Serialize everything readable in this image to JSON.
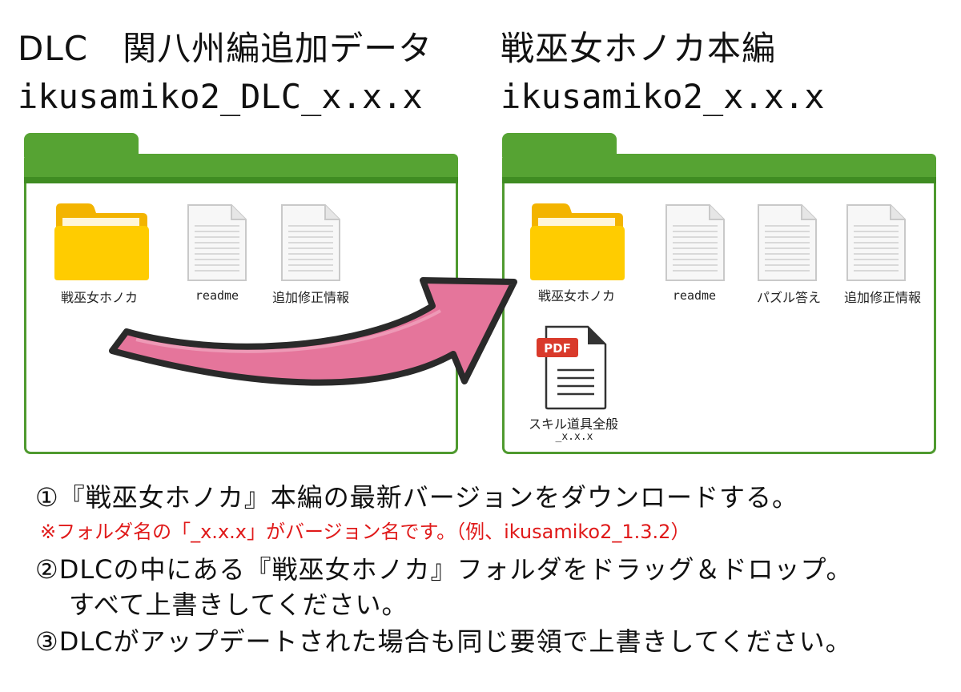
{
  "left": {
    "title": "DLC　関八州編追加データ",
    "folder_name": "ikusamiko2_DLC_x.x.x",
    "files": [
      {
        "label": "戦巫女ホノカ",
        "icon": "folder-icon"
      },
      {
        "label": "readme",
        "icon": "document-icon"
      },
      {
        "label": "追加修正情報",
        "icon": "document-icon"
      }
    ]
  },
  "right": {
    "title": "戦巫女ホノカ本編",
    "folder_name": "ikusamiko2_x.x.x",
    "files": [
      {
        "label": "戦巫女ホノカ",
        "icon": "folder-icon"
      },
      {
        "label": "readme",
        "icon": "document-icon"
      },
      {
        "label": "パズル答え",
        "icon": "document-icon"
      },
      {
        "label": "追加修正情報",
        "icon": "document-icon"
      },
      {
        "label": "スキル道具全般",
        "sublabel": "_x.x.x",
        "icon": "pdf-icon",
        "badge": "PDF"
      }
    ]
  },
  "steps": [
    "①『戦巫女ホノカ』本編の最新バージョンをダウンロードする。",
    "※フォルダ名の「_x.x.x」がバージョン名です。（例、ikusamiko2_1.3.2）",
    "②DLCの中にある『戦巫女ホノカ』フォルダをドラッグ＆ドロップ。",
    "すべて上書きしてください。",
    "③DLCがアップデートされた場合も同じ要領で上書きしてください。"
  ],
  "colors": {
    "window_green": "#56a333",
    "folder_yellow": "#ffc800",
    "arrow_pink": "#e5759b",
    "note_red": "#e01a1a"
  }
}
